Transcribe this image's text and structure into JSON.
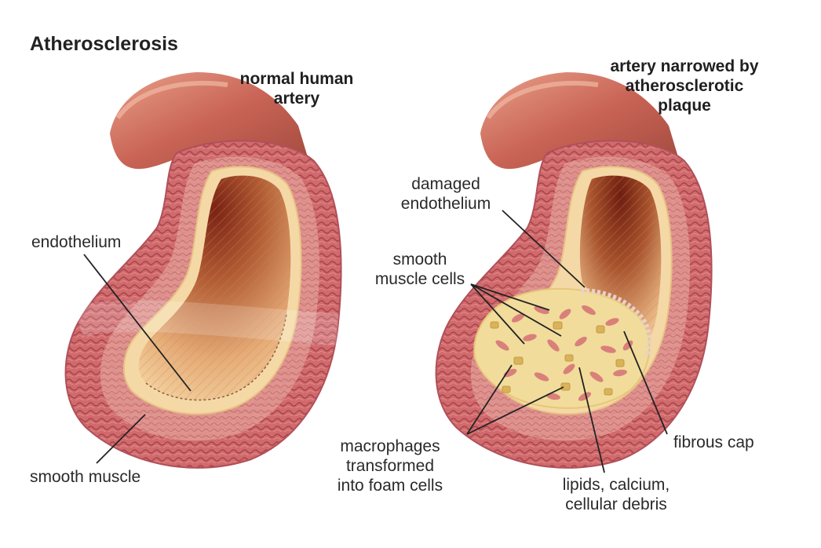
{
  "title": "Atherosclerosis",
  "panels": {
    "normal": {
      "heading": [
        "normal human",
        "artery"
      ],
      "labels": {
        "endothelium": "endothelium",
        "smooth_muscle": "smooth muscle"
      }
    },
    "narrowed": {
      "heading": [
        "artery narrowed by",
        "atherosclerotic",
        "plaque"
      ],
      "labels": {
        "damaged_endothelium": [
          "damaged",
          "endothelium"
        ],
        "smooth_muscle_cells": [
          "smooth",
          "muscle cells"
        ],
        "macrophages": [
          "macrophages",
          "transformed",
          "into foam cells"
        ],
        "lipids": [
          "lipids, calcium,",
          "cellular debris"
        ],
        "fibrous_cap": "fibrous cap"
      }
    }
  },
  "colors": {
    "outer_wall": "#c9616a",
    "outer_wall_dark": "#a8454f",
    "muscle_layer": "#d88a8c",
    "intima": "#f3d7a8",
    "lumen_dark": "#8a2a1c",
    "lumen_light": "#e8b07c",
    "plaque": "#f1dc9b",
    "cell": "#d9807a",
    "foam_cell": "#d9b35b",
    "line": "#222222"
  }
}
